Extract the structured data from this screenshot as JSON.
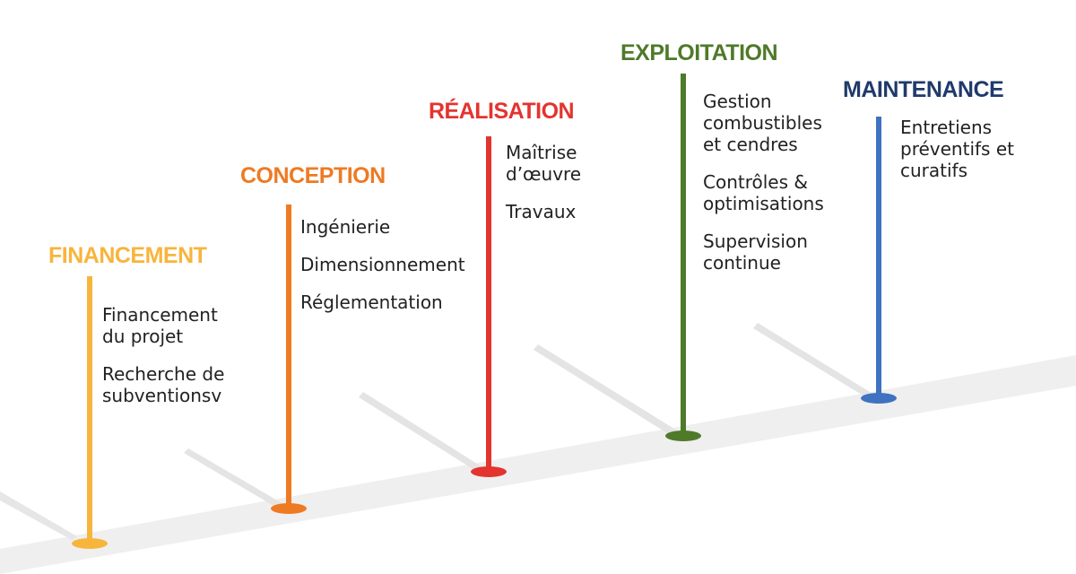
{
  "stages": [
    {
      "title": "FINANCEMENT",
      "color": "#F7B53C",
      "items": [
        "Financement\ndu projet",
        "Recherche de\nsubventionsv"
      ]
    },
    {
      "title": "CONCEPTION",
      "color": "#EE7A22",
      "items": [
        "Ingénierie",
        "Dimensionnement",
        "Réglementation"
      ]
    },
    {
      "title": "RÉALISATION",
      "color": "#E3342F",
      "items": [
        "Maîtrise\nd’œuvre",
        "Travaux"
      ]
    },
    {
      "title": "EXPLOITATION",
      "color": "#4F7A2A",
      "items": [
        "Gestion\ncombustibles\net cendres",
        "Contrôles &\noptimisations",
        "Supervision\ncontinue"
      ]
    },
    {
      "title": "MAINTENANCE",
      "color": "#1F3A6B",
      "pole_color": "#3F72C0",
      "items": [
        "Entretiens\npréventifs et\ncuratifs"
      ]
    }
  ]
}
